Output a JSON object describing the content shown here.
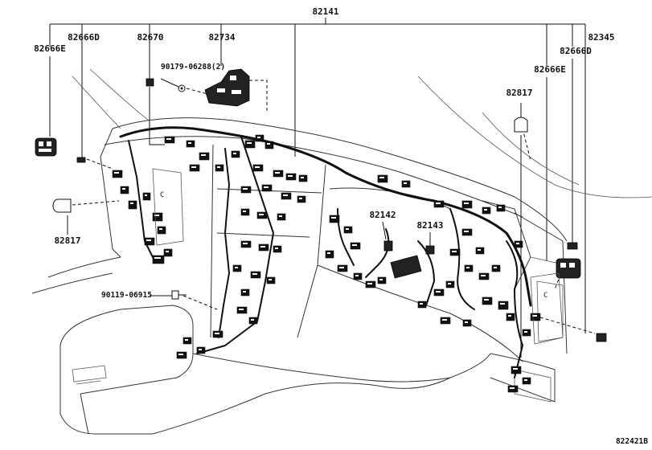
{
  "diagram": {
    "part_labels": {
      "main_harness": "82141",
      "left_pairs": [
        "82666D",
        "82666E"
      ],
      "block_82670": "82670",
      "block_82734": "82734",
      "bolt_top": "90179-06288(2)",
      "right_top": "82345",
      "right_pairs": [
        "82666D",
        "82666E"
      ],
      "clip_right": "82817",
      "clip_left": "82817",
      "sub_a": "82142",
      "sub_b": "82143",
      "bolt_left": "90119-06915"
    },
    "figure_code": "822421B"
  }
}
